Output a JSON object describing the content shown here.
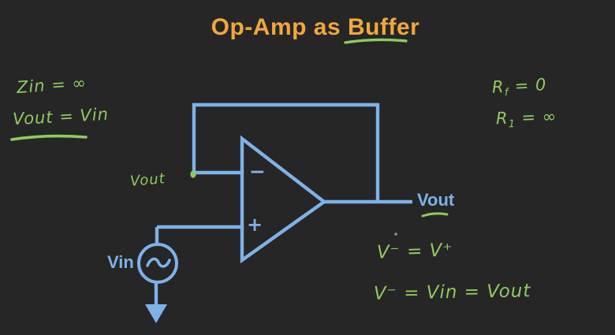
{
  "title": {
    "prefix": "Op-Amp as ",
    "highlight": "Buffer"
  },
  "colors": {
    "background": "#262626",
    "title_orange": "#F0A73C",
    "ink_green": "#8FCB5F",
    "wire_blue": "#7DB2E9"
  },
  "notes_left": {
    "line1": "Zin = ∞",
    "line2": "Vout = Vin"
  },
  "notes_right": {
    "line1": {
      "sym": "R",
      "sub": "f",
      "eq": " = 0"
    },
    "line2": {
      "sym": "R",
      "sub": "1",
      "eq": " = ∞"
    }
  },
  "circuit": {
    "inverting_node_label": "Vout",
    "source_label": "Vin",
    "output_label": "Vout",
    "minus_symbol": "−",
    "plus_symbol": "+",
    "icons": {
      "source_symbol": "sine-wave-icon",
      "ground_symbol": "down-arrow-icon"
    }
  },
  "equations": {
    "line1": "V⁻ = V⁺",
    "line2": "V⁻ = Vin = Vout"
  }
}
